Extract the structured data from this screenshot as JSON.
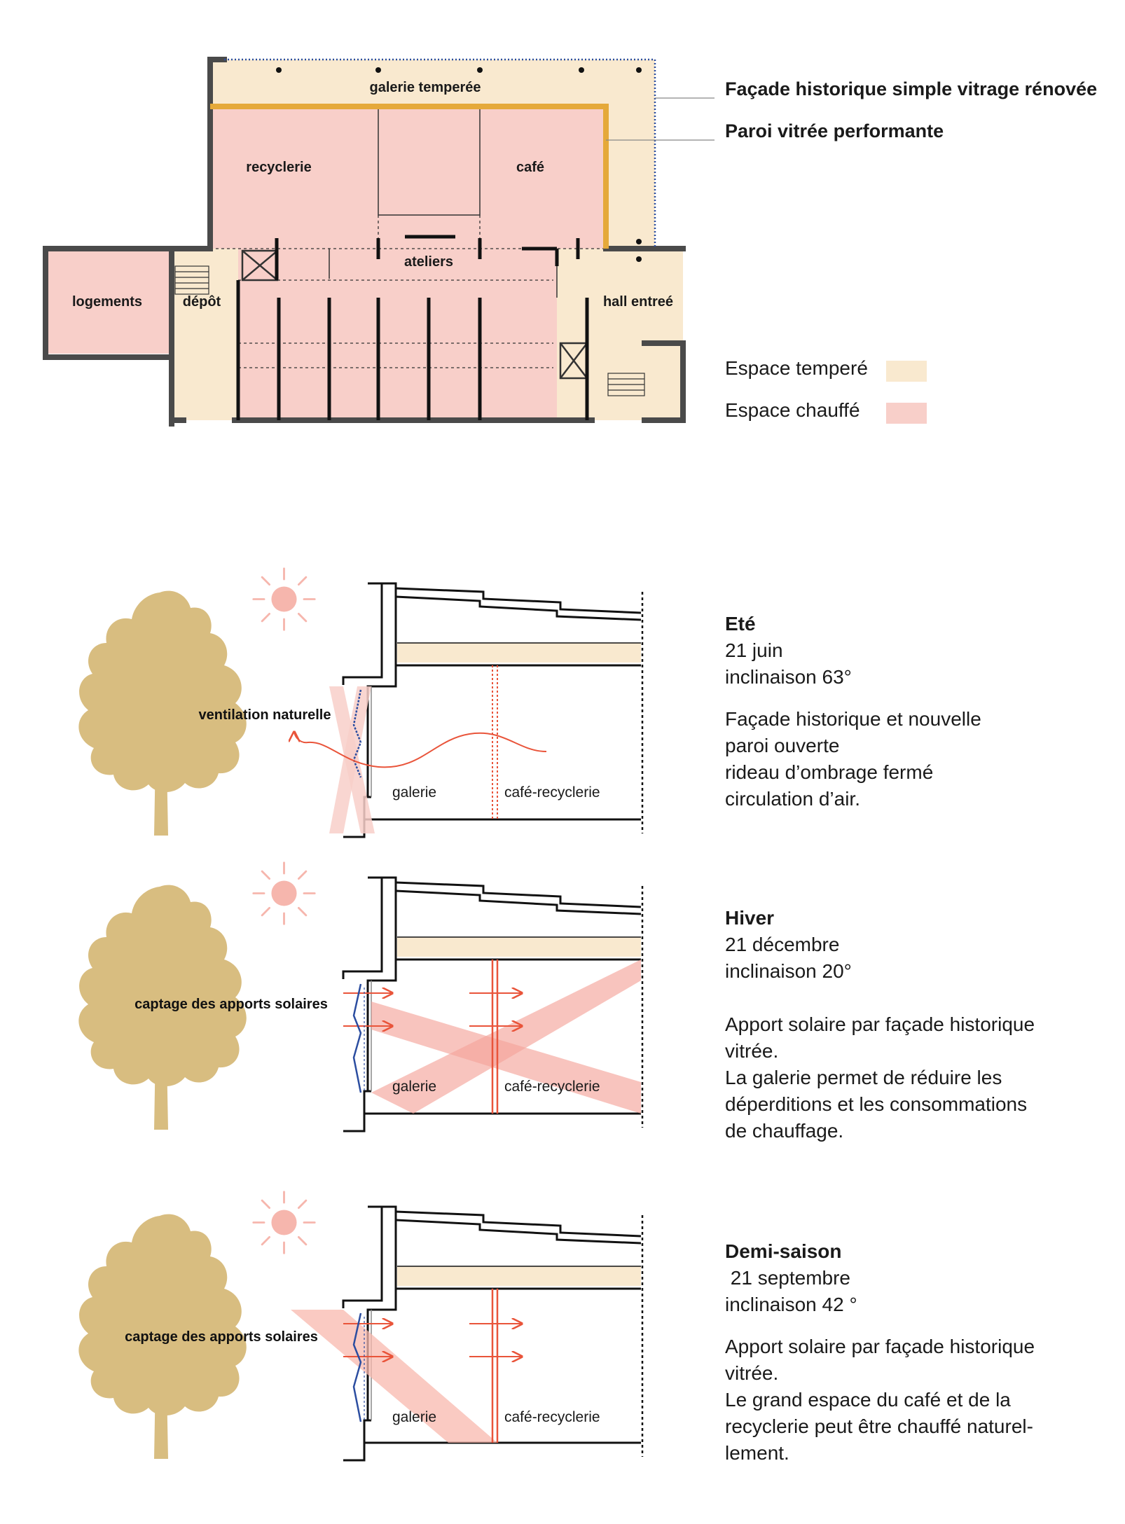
{
  "colors": {
    "tempered": "#f9e9cf",
    "heated": "#f8cfc9",
    "wall": "#4a4a4a",
    "new_glass": "#e5a93a",
    "historic_glass": "#2b4da0",
    "tree": "#d8bd80",
    "sun": "#f6b6ad",
    "arrow": "#e9543a"
  },
  "plan": {
    "rooms": {
      "galerie": "galerie temperée",
      "recyclerie": "recyclerie",
      "cafe": "café",
      "ateliers": "ateliers",
      "logements": "logements",
      "depot": "dépôt",
      "hall": "hall entreé"
    },
    "callouts": {
      "facade": "Façade historique simple vitrage rénovée",
      "paroi": "Paroi vitrée performante"
    },
    "legend": {
      "tempered": "Espace temperé",
      "heated": "Espace chauffé"
    }
  },
  "sections": [
    {
      "title": "Eté",
      "meta": [
        "21 juin",
        "inclinaison 63°"
      ],
      "desc": [
        "Façade historique et nouvelle",
        "paroi ouverte",
        "rideau d’ombrage fermé",
        "circulation d’air."
      ],
      "tag": "ventilation naturelle",
      "galerie": "galerie",
      "cafe": "café-recyclerie"
    },
    {
      "title": "Hiver",
      "meta": [
        "21 décembre",
        "inclinaison 20°"
      ],
      "desc": [
        "Apport solaire par façade historique",
        "vitrée.",
        "La galerie permet de réduire les",
        "déperditions et les consommations",
        "de chauffage."
      ],
      "tag": "captage des apports solaires",
      "galerie": "galerie",
      "cafe": "café-recyclerie"
    },
    {
      "title": "Demi-saison",
      "meta": [
        " 21 septembre",
        "inclinaison 42 °"
      ],
      "desc": [
        "Apport solaire par façade historique",
        "vitrée.",
        "Le grand espace du café et de la",
        "recyclerie peut être chauffé naturel-",
        "lement."
      ],
      "tag": "captage des apports solaires",
      "galerie": "galerie",
      "cafe": "café-recyclerie"
    }
  ]
}
